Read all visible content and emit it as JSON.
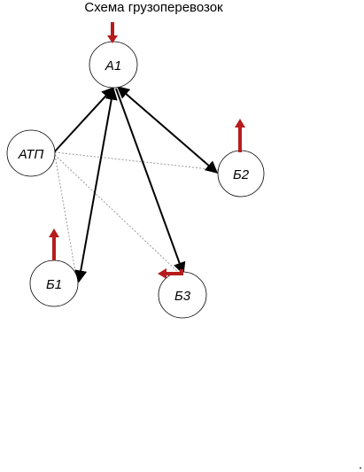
{
  "diagram": {
    "title": "Схема грузоперевозок",
    "nodes": [
      {
        "id": "A1",
        "label": "А1"
      },
      {
        "id": "ATP",
        "label": "АТП"
      },
      {
        "id": "B2",
        "label": "Б2"
      },
      {
        "id": "B1",
        "label": "Б1"
      },
      {
        "id": "B3",
        "label": "Б3"
      }
    ],
    "edges": [
      {
        "from": "ATP",
        "to": "A1",
        "style": "solid",
        "arrow": "end"
      },
      {
        "from": "A1",
        "to": "B2",
        "style": "solid",
        "arrow": "both"
      },
      {
        "from": "A1",
        "to": "B1",
        "style": "solid",
        "arrow": "both"
      },
      {
        "from": "A1",
        "to": "B3",
        "style": "solid",
        "arrow": "end"
      },
      {
        "from": "ATP",
        "to": "B2",
        "style": "dotted"
      },
      {
        "from": "ATP",
        "to": "B1",
        "style": "dotted"
      },
      {
        "from": "ATP",
        "to": "B3",
        "style": "dotted"
      }
    ],
    "markers": [
      {
        "node": "A1",
        "direction": "down",
        "meaning": "inbound"
      },
      {
        "node": "B2",
        "direction": "up",
        "meaning": "outbound"
      },
      {
        "node": "B1",
        "direction": "up",
        "meaning": "outbound"
      },
      {
        "node": "B3",
        "direction": "left",
        "meaning": "outbound"
      }
    ],
    "colors": {
      "node_stroke": "#000000",
      "edge": "#000000",
      "dotted_edge": "#999999",
      "marker": "#b71c1c"
    }
  }
}
